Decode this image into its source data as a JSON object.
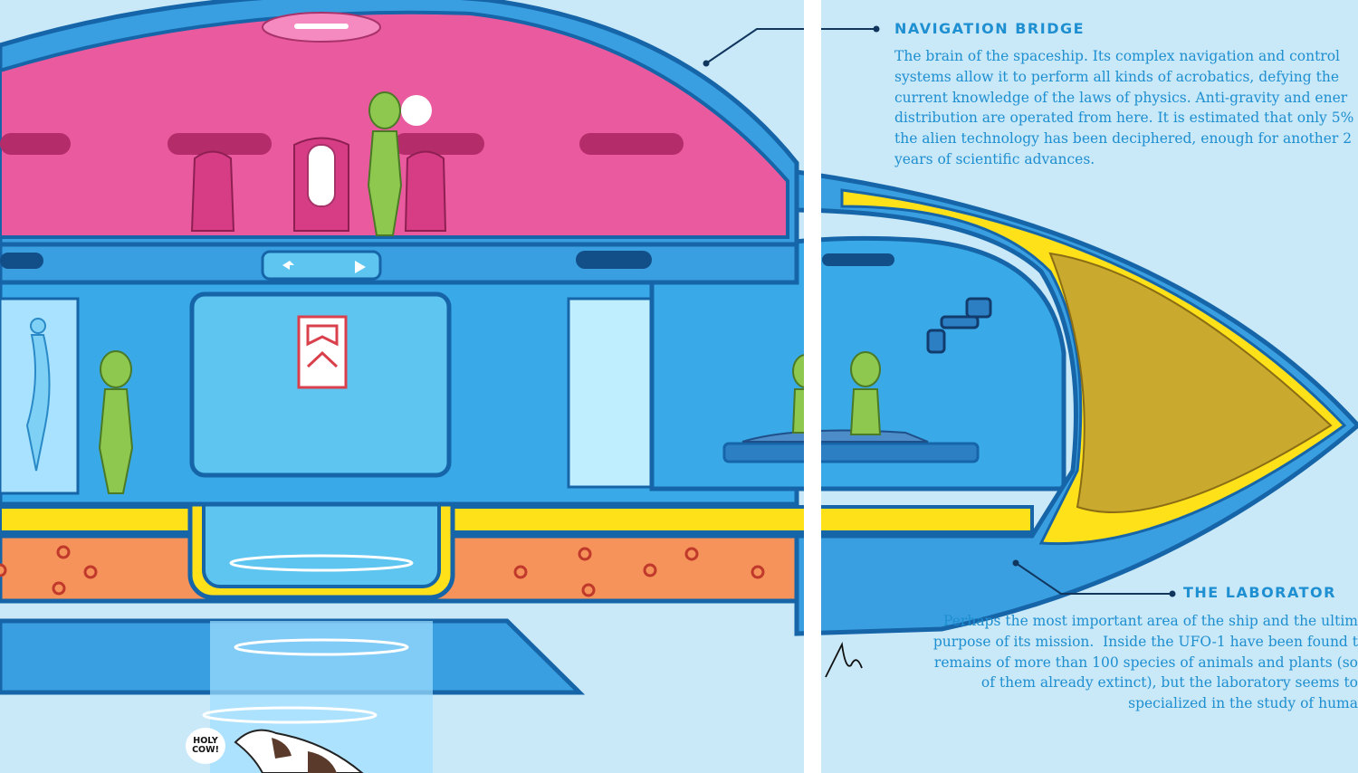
{
  "callouts": {
    "navigation_bridge": {
      "title": "NAVIGATION BRIDGE",
      "text": "The brain of the spaceship. Its complex navigation and control\nsystems allow it to perform all kinds of acrobatics, defying the\ncurrent knowledge of the laws of physics. Anti-gravity and ener\ndistribution are operated from here. It is estimated that only 5%\nthe alien technology has been deciphered, enough for another 2\nyears of scientific advances."
    },
    "laboratory": {
      "title": "THE LABORATOR",
      "text": "Perhaps the most important area of the ship and the ultim\npurpose of its mission.  Inside the UFO-1 have been found t\nremains of more than 100 species of animals and plants (so\nof them already extinct), but the laboratory seems to\nspecialized in the study of huma"
    }
  },
  "speech_bubble": "HOLY\nCOW!",
  "colors": {
    "background": "#c9e8f8",
    "hull_blue": "#3a9fe0",
    "hull_outline": "#1565a8",
    "bridge_pink": "#ea5a9e",
    "deck_cyan": "#5ec4f0",
    "engine_orange": "#f5935a",
    "yellow_band": "#ffe11a",
    "nose_gold": "#c9a92e",
    "alien_green": "#8ec84f",
    "text_blue": "#1e8fd0"
  }
}
